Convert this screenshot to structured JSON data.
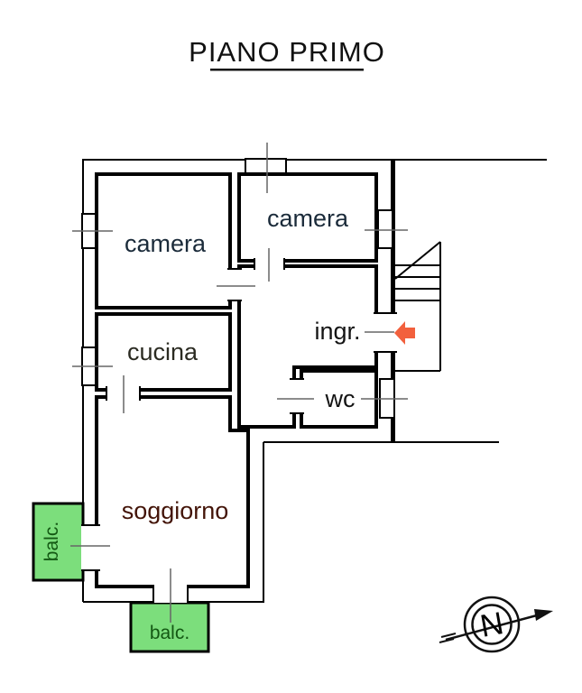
{
  "title": "PIANO PRIMO",
  "plan": {
    "rooms": [
      {
        "id": "camera-left",
        "label": "camera",
        "color": "#7EDAF8",
        "label_color": "#1B2B3A"
      },
      {
        "id": "camera-right",
        "label": "camera",
        "color": "#7EDAF8",
        "label_color": "#1B2B3A"
      },
      {
        "id": "cucina",
        "label": "cucina",
        "color": "#FAF7B0",
        "label_color": "#2B2B22"
      },
      {
        "id": "ingresso",
        "label": "ingr.",
        "color": "#D9D89B",
        "label_color": "#141414"
      },
      {
        "id": "wc",
        "label": "wc",
        "color": "#CBB7E8",
        "label_color": "#141414"
      },
      {
        "id": "soggiorno",
        "label": "soggiorno",
        "color": "#F8A967",
        "label_color": "#431408"
      },
      {
        "id": "balcony-left",
        "label": "balc.",
        "color": "#7CDE7C",
        "label_color": "#135813"
      },
      {
        "id": "balcony-bottom",
        "label": "balc.",
        "color": "#7CDE7C",
        "label_color": "#135813"
      }
    ],
    "compass": {
      "label": "N"
    },
    "entrance_arrow_color": "#F2603D",
    "wall_color": "#000000"
  }
}
